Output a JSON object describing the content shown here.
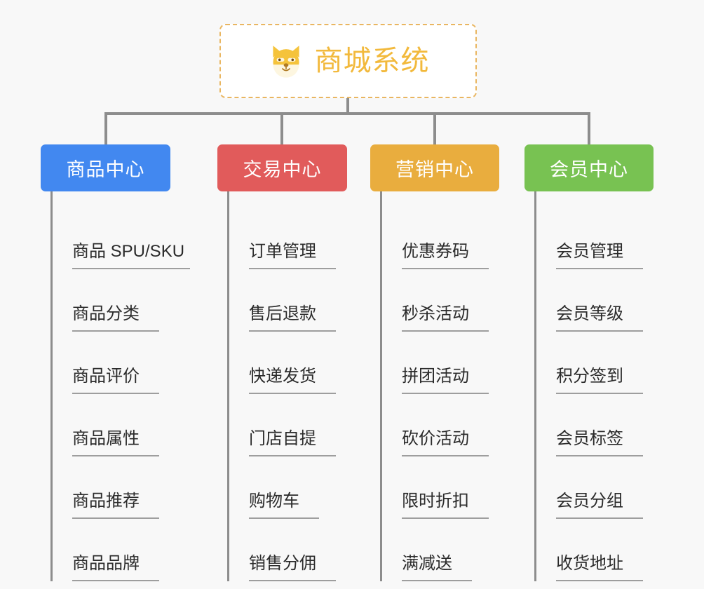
{
  "page": {
    "background_color": "#f8f8f8",
    "type": "mindmap"
  },
  "root": {
    "title": "商城系统",
    "icon": "shiba-dog-face-icon",
    "text_color": "#f2b93c",
    "border_color": "#e9b661",
    "background_color": "#ffffff"
  },
  "branches": [
    {
      "title": "商品中心",
      "color": "#4288f0",
      "items": [
        "商品 SPU/SKU",
        "商品分类",
        "商品评价",
        "商品属性",
        "商品推荐",
        "商品品牌"
      ]
    },
    {
      "title": "交易中心",
      "color": "#e15b5b",
      "items": [
        "订单管理",
        "售后退款",
        "快递发货",
        "门店自提",
        "购物车",
        "销售分佣"
      ]
    },
    {
      "title": "营销中心",
      "color": "#e9ad3e",
      "items": [
        "优惠券码",
        "秒杀活动",
        "拼团活动",
        "砍价活动",
        "限时折扣",
        "满减送"
      ]
    },
    {
      "title": "会员中心",
      "color": "#78c252",
      "items": [
        "会员管理",
        "会员等级",
        "积分签到",
        "会员标签",
        "会员分组",
        "收货地址"
      ]
    }
  ],
  "connector": {
    "color": "#8d8d8d"
  }
}
